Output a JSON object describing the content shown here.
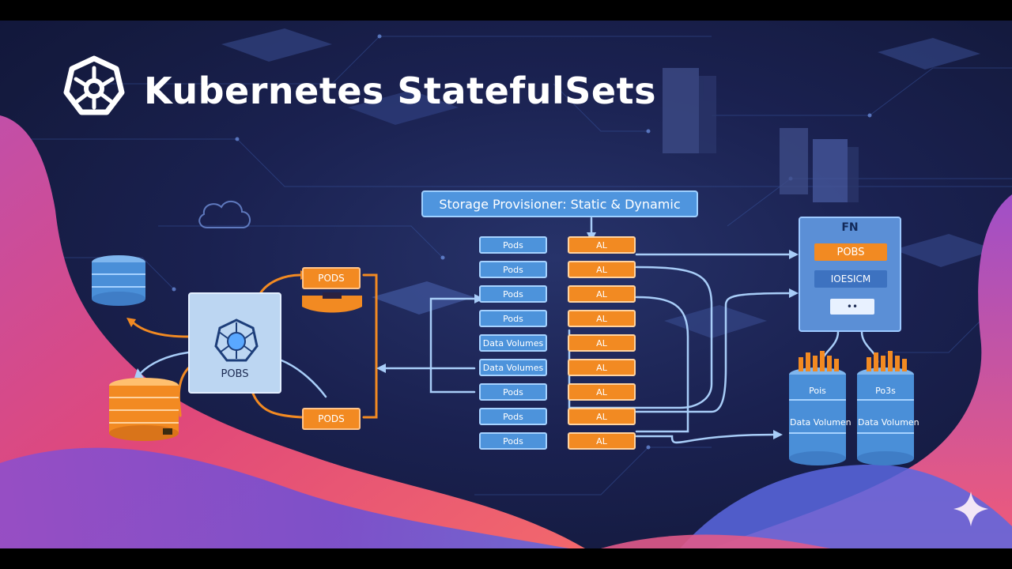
{
  "title": "Kubernetes StatefulSets",
  "banner": "Storage Provisioner: Static & Dynamic",
  "left_column": [
    "Pods",
    "Pods",
    "Pods",
    "Pods",
    "Data Volumes",
    "Data Volumes",
    "Pods",
    "Pods",
    "Pods"
  ],
  "right_column": [
    "AL",
    "AL",
    "AL",
    "AL",
    "AL",
    "AL",
    "AL",
    "AL",
    "AL"
  ],
  "center_node": {
    "label": "POBS"
  },
  "pods_badges": [
    "PODS",
    "PODS"
  ],
  "panel": {
    "head": "FN",
    "row1": "POBS",
    "row2": "IOESICM",
    "row3": "••"
  },
  "storage_cylinders": [
    {
      "top": "Pois",
      "bottom": "Data Volumen"
    },
    {
      "top": "Po3s",
      "bottom": "Data Volumen"
    }
  ],
  "colors": {
    "accent_blue": "#4f95de",
    "accent_orange": "#f28a22",
    "background": "#1a2150",
    "wave_pink": "#e0487a",
    "wave_purple": "#8a4fd0"
  },
  "icons": [
    "kubernetes-logo-icon",
    "database-stack-icon",
    "cloud-icon",
    "server-rack-icon",
    "sparkle-icon"
  ]
}
